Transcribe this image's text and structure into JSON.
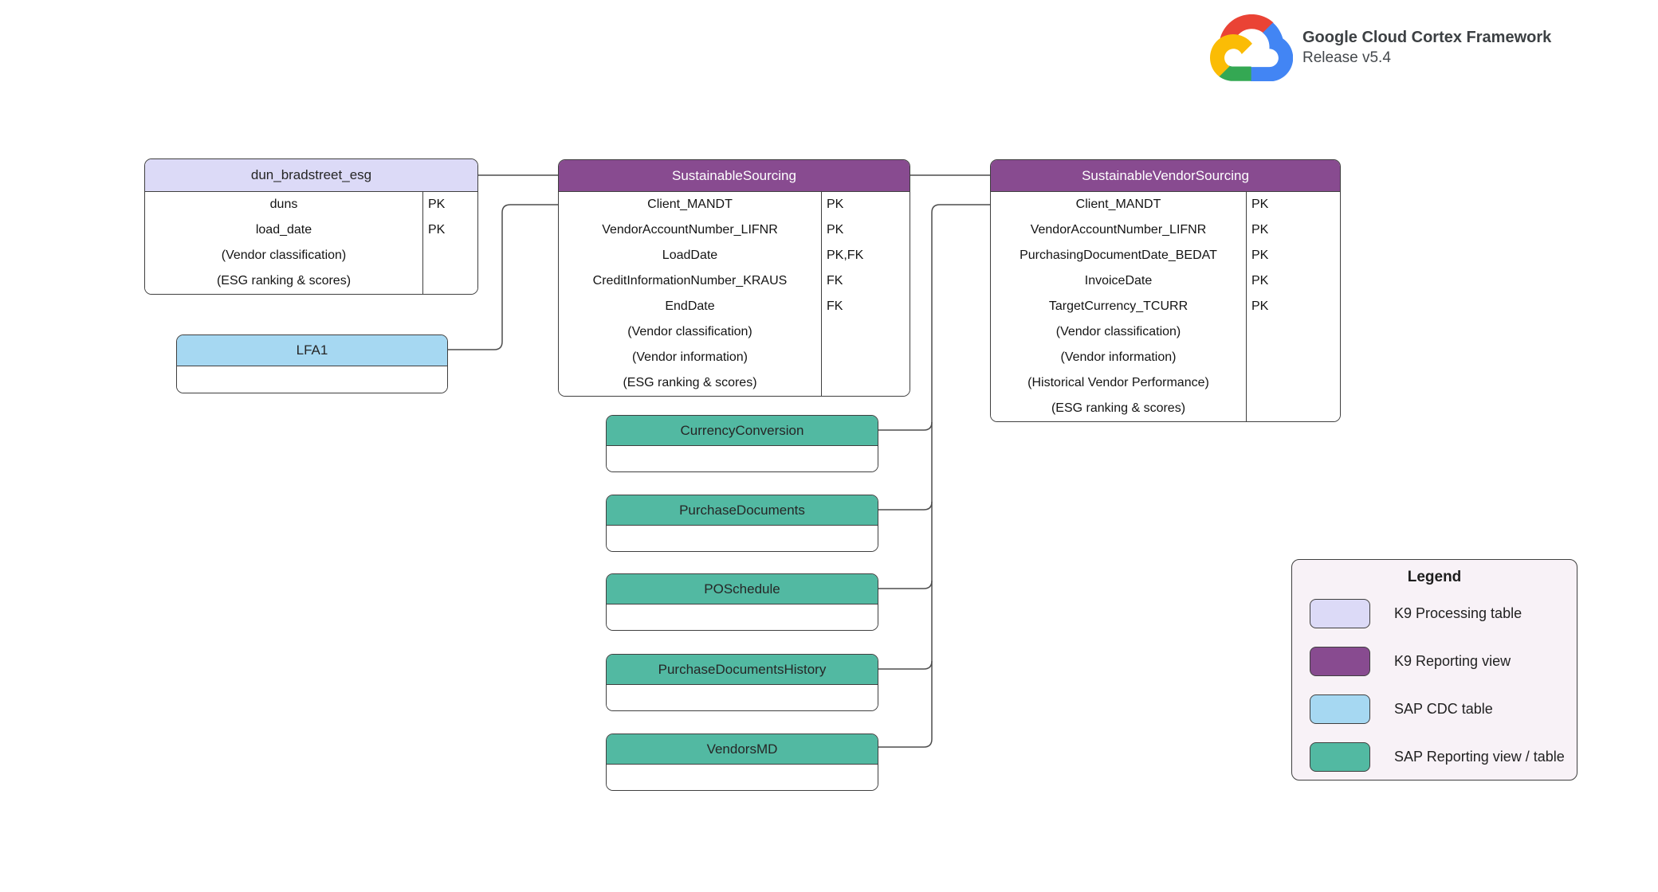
{
  "brand": {
    "title": "Google Cloud Cortex Framework",
    "subtitle": "Release v5.4",
    "logo": "google-cloud-logo"
  },
  "colors": {
    "k9_processing_table": "#dcdaf7",
    "k9_reporting_view": "#884b90",
    "sap_cdc_table": "#a6d8f2",
    "sap_reporting_view_table": "#52b9a2",
    "table_border": "#3f3f3f",
    "connector": "#4d4d4d",
    "legend_background": "#f8f2f7"
  },
  "tables": {
    "dun_bradstreet_esg": {
      "title": "dun_bradstreet_esg",
      "header_color": "#dcdaf7",
      "rows": [
        {
          "name": "duns",
          "key": "PK"
        },
        {
          "name": "load_date",
          "key": "PK"
        },
        {
          "name": "(Vendor classification)",
          "key": ""
        },
        {
          "name": "(ESG ranking & scores)",
          "key": ""
        }
      ]
    },
    "sustainable_sourcing": {
      "title": "SustainableSourcing",
      "header_color": "#884b90",
      "rows": [
        {
          "name": "Client_MANDT",
          "key": "PK"
        },
        {
          "name": "VendorAccountNumber_LIFNR",
          "key": "PK"
        },
        {
          "name": "LoadDate",
          "key": "PK,FK"
        },
        {
          "name": "CreditInformationNumber_KRAUS",
          "key": "FK"
        },
        {
          "name": "EndDate",
          "key": "FK"
        },
        {
          "name": "(Vendor classification)",
          "key": ""
        },
        {
          "name": "(Vendor information)",
          "key": ""
        },
        {
          "name": "(ESG ranking & scores)",
          "key": ""
        }
      ]
    },
    "sustainable_vendor_sourcing": {
      "title": "SustainableVendorSourcing",
      "header_color": "#884b90",
      "rows": [
        {
          "name": "Client_MANDT",
          "key": "PK"
        },
        {
          "name": "VendorAccountNumber_LIFNR",
          "key": "PK"
        },
        {
          "name": "PurchasingDocumentDate_BEDAT",
          "key": "PK"
        },
        {
          "name": "InvoiceDate",
          "key": "PK"
        },
        {
          "name": "TargetCurrency_TCURR",
          "key": "PK"
        },
        {
          "name": "(Vendor classification)",
          "key": ""
        },
        {
          "name": "(Vendor information)",
          "key": ""
        },
        {
          "name": "(Historical Vendor Performance)",
          "key": ""
        },
        {
          "name": "(ESG ranking & scores)",
          "key": ""
        }
      ]
    },
    "lfa1": {
      "title": "LFA1",
      "header_color": "#a6d8f2",
      "rows": []
    },
    "currency_conversion": {
      "title": "CurrencyConversion",
      "header_color": "#52b9a2",
      "rows": []
    },
    "purchase_documents": {
      "title": "PurchaseDocuments",
      "header_color": "#52b9a2",
      "rows": []
    },
    "po_schedule": {
      "title": "POSchedule",
      "header_color": "#52b9a2",
      "rows": []
    },
    "purchase_documents_history": {
      "title": "PurchaseDocumentsHistory",
      "header_color": "#52b9a2",
      "rows": []
    },
    "vendors_md": {
      "title": "VendorsMD",
      "header_color": "#52b9a2",
      "rows": []
    }
  },
  "edges": [
    {
      "from": "dun_bradstreet_esg",
      "to": "SustainableSourcing"
    },
    {
      "from": "LFA1",
      "to": "SustainableSourcing"
    },
    {
      "from": "SustainableSourcing",
      "to": "SustainableVendorSourcing"
    },
    {
      "from": "CurrencyConversion",
      "to": "SustainableVendorSourcing"
    },
    {
      "from": "PurchaseDocuments",
      "to": "SustainableVendorSourcing"
    },
    {
      "from": "POSchedule",
      "to": "SustainableVendorSourcing"
    },
    {
      "from": "PurchaseDocumentsHistory",
      "to": "SustainableVendorSourcing"
    },
    {
      "from": "VendorsMD",
      "to": "SustainableVendorSourcing"
    }
  ],
  "legend": {
    "title": "Legend",
    "items": [
      {
        "label": "K9 Processing table",
        "color": "#dcdaf7"
      },
      {
        "label": "K9 Reporting view",
        "color": "#884b90"
      },
      {
        "label": "SAP CDC table",
        "color": "#a6d8f2"
      },
      {
        "label": "SAP Reporting view / table",
        "color": "#52b9a2"
      }
    ]
  }
}
